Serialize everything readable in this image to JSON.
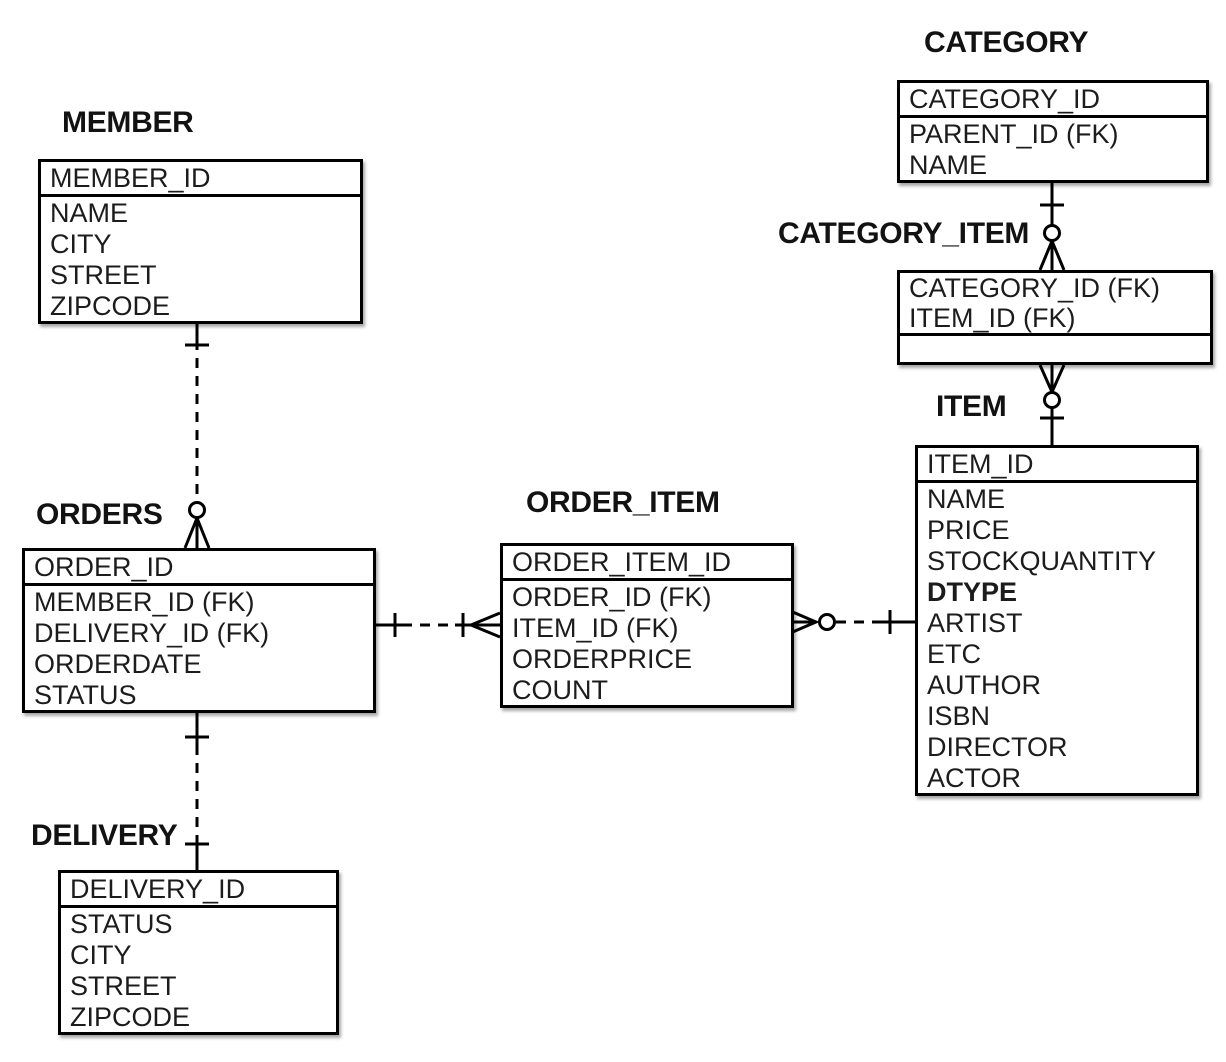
{
  "diagram": {
    "type": "entity-relationship-diagram",
    "notation": "crows-foot",
    "colors": {
      "background": "#ffffff",
      "line": "#000000",
      "box_fill": "#ffffff",
      "text": "#1c1c1c"
    },
    "entities": [
      {
        "id": "member",
        "name": "MEMBER",
        "pk": [
          "MEMBER_ID"
        ],
        "attributes": [
          "NAME",
          "CITY",
          "STREET",
          "ZIPCODE"
        ],
        "bold_attributes": []
      },
      {
        "id": "category",
        "name": "CATEGORY",
        "pk": [
          "CATEGORY_ID"
        ],
        "attributes": [
          "PARENT_ID (FK)",
          "NAME"
        ],
        "bold_attributes": []
      },
      {
        "id": "category_item",
        "name": "CATEGORY_ITEM",
        "pk": [
          "CATEGORY_ID (FK)",
          "ITEM_ID (FK)"
        ],
        "attributes": [
          ""
        ],
        "bold_attributes": []
      },
      {
        "id": "item",
        "name": "ITEM",
        "pk": [
          "ITEM_ID"
        ],
        "attributes": [
          "NAME",
          "PRICE",
          "STOCKQUANTITY",
          "DTYPE",
          "ARTIST",
          "ETC",
          "AUTHOR",
          "ISBN",
          "DIRECTOR",
          "ACTOR"
        ],
        "bold_attributes": [
          "DTYPE"
        ]
      },
      {
        "id": "orders",
        "name": "ORDERS",
        "pk": [
          "ORDER_ID"
        ],
        "attributes": [
          "MEMBER_ID (FK)",
          "DELIVERY_ID (FK)",
          "ORDERDATE",
          "STATUS"
        ],
        "bold_attributes": []
      },
      {
        "id": "order_item",
        "name": "ORDER_ITEM",
        "pk": [
          "ORDER_ITEM_ID"
        ],
        "attributes": [
          "ORDER_ID (FK)",
          "ITEM_ID (FK)",
          "ORDERPRICE",
          "COUNT"
        ],
        "bold_attributes": []
      },
      {
        "id": "delivery",
        "name": "DELIVERY",
        "pk": [
          "DELIVERY_ID"
        ],
        "attributes": [
          "STATUS",
          "CITY",
          "STREET",
          "ZIPCODE"
        ],
        "bold_attributes": []
      }
    ],
    "relationships": [
      {
        "from": "MEMBER",
        "to": "ORDERS",
        "from_cardinality": "one",
        "to_cardinality": "zero-or-many",
        "line_style": "dashed"
      },
      {
        "from": "CATEGORY",
        "to": "CATEGORY_ITEM",
        "from_cardinality": "one",
        "to_cardinality": "zero-or-many",
        "line_style": "solid"
      },
      {
        "from": "ITEM",
        "to": "CATEGORY_ITEM",
        "from_cardinality": "one",
        "to_cardinality": "zero-or-many",
        "line_style": "solid"
      },
      {
        "from": "ORDERS",
        "to": "ORDER_ITEM",
        "from_cardinality": "one",
        "to_cardinality": "one-or-many",
        "line_style": "dashed"
      },
      {
        "from": "ITEM",
        "to": "ORDER_ITEM",
        "from_cardinality": "one",
        "to_cardinality": "zero-or-many",
        "line_style": "dashed"
      },
      {
        "from": "ORDERS",
        "to": "DELIVERY",
        "from_cardinality": "one",
        "to_cardinality": "one",
        "line_style": "dashed"
      }
    ]
  }
}
